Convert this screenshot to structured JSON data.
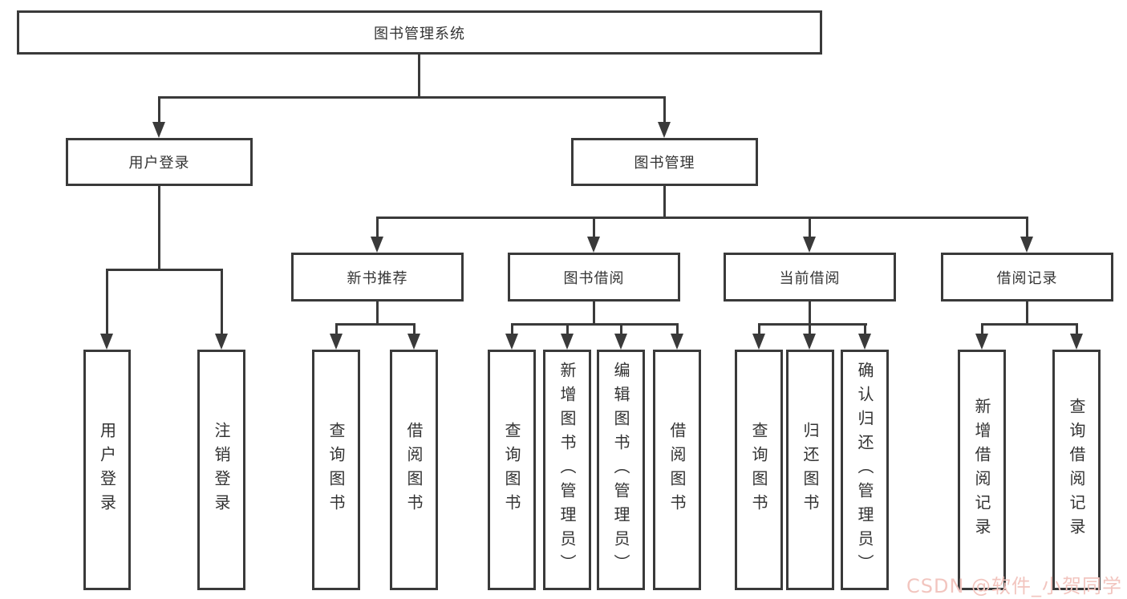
{
  "colors": {
    "line": "#3a3a3a",
    "text": "#333333",
    "watermark": "#f2c5bf",
    "bg": "#ffffff"
  },
  "root": {
    "label": "图书管理系统"
  },
  "level2": {
    "user_login": {
      "label": "用户登录"
    },
    "book_management": {
      "label": "图书管理"
    }
  },
  "level3": {
    "new_books": {
      "label": "新书推荐"
    },
    "book_borrowing": {
      "label": "图书借阅"
    },
    "current_borrowing": {
      "label": "当前借阅"
    },
    "borrowing_records": {
      "label": "借阅记录"
    }
  },
  "leaves": {
    "user_login": {
      "label": "用户登录"
    },
    "logout": {
      "label": "注销登录"
    },
    "nb_query_books": {
      "label": "查询图书"
    },
    "nb_borrow_books": {
      "label": "借阅图书"
    },
    "bb_query_books": {
      "label": "查询图书"
    },
    "bb_add_books": {
      "label": "新增图书（管理员）"
    },
    "bb_edit_books": {
      "label": "编辑图书（管理员）"
    },
    "bb_borrow_books": {
      "label": "借阅图书"
    },
    "cb_query_books": {
      "label": "查询图书"
    },
    "cb_return_books": {
      "label": "归还图书"
    },
    "cb_confirm_return": {
      "label": "确认归还（管理员）"
    },
    "br_add_record": {
      "label": "新增借阅记录"
    },
    "br_query_record": {
      "label": "查询借阅记录"
    }
  },
  "watermark": {
    "label": "CSDN @软件_小贺同学"
  }
}
